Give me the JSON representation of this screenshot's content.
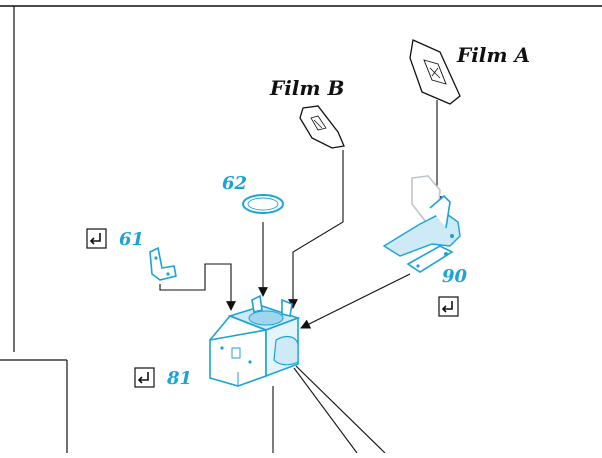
{
  "labels": {
    "film_a": "Film A",
    "film_b": "Film B",
    "part_62": "62",
    "part_61": "61",
    "part_90": "90",
    "part_81": "81"
  },
  "icons": {
    "glue_symbol": "return-arrow-icon"
  },
  "colors": {
    "part_accent": "#1ba3d6",
    "line": "#111111",
    "background": "#ffffff"
  }
}
